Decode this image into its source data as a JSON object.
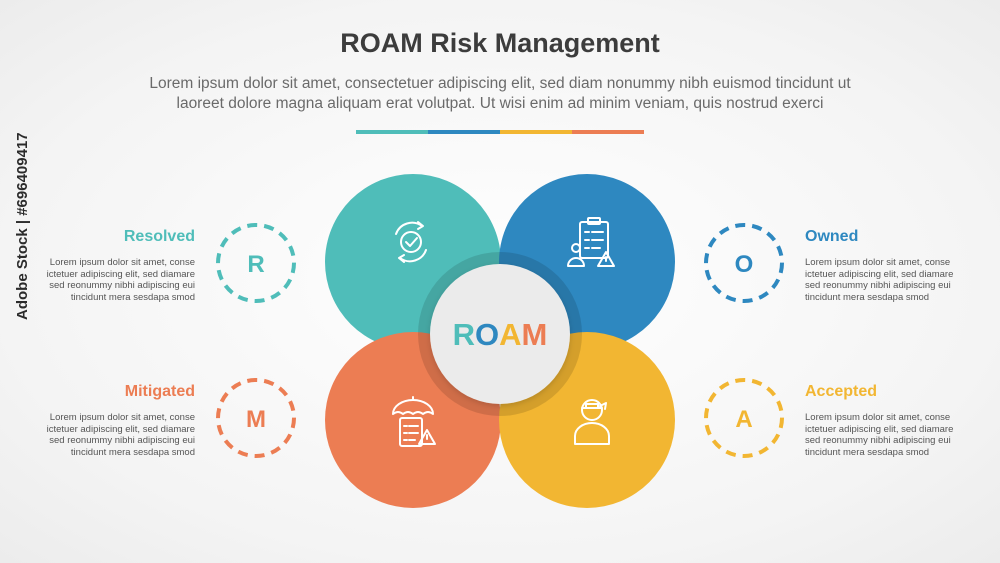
{
  "title": "ROAM Risk Management",
  "subtitle_line1": "Lorem ipsum dolor sit amet, consectetuer adipiscing elit, sed diam nonummy nibh euismod tincidunt ut",
  "subtitle_line2": "laoreet dolore magna aliquam erat volutpat. Ut wisi enim ad minim veniam, quis nostrud exerci",
  "accent_colors": [
    "#4fbdb9",
    "#2e88c0",
    "#f2b632",
    "#ec7d53"
  ],
  "center": {
    "letters": [
      "R",
      "O",
      "A",
      "M"
    ]
  },
  "items": {
    "resolved": {
      "label": "Resolved",
      "letter": "R",
      "color": "#4fbdb9",
      "icon": "refresh-check-icon",
      "desc": [
        "Lorem ipsum dolor sit amet, conse",
        "ictetuer adipiscing elit, sed diamare",
        "sed reonummy nibhi  adipiscing eui",
        "tincidunt mera sesdapa smod"
      ]
    },
    "owned": {
      "label": "Owned",
      "letter": "O",
      "color": "#2e88c0",
      "icon": "clipboard-person-warning-icon",
      "desc": [
        "Lorem ipsum dolor sit amet, conse",
        "ictetuer adipiscing elit, sed diamare",
        "sed reonummy nibhi  adipiscing eui",
        "tincidunt mera sesdapa smod"
      ]
    },
    "mitigated": {
      "label": "Mitigated",
      "letter": "M",
      "color": "#ec7d53",
      "icon": "umbrella-clipboard-warning-icon",
      "desc": [
        "Lorem ipsum dolor sit amet, conse",
        "ictetuer adipiscing elit, sed diamare",
        "sed reonummy nibhi  adipiscing eui",
        "tincidunt mera sesdapa smod"
      ]
    },
    "accepted": {
      "label": "Accepted",
      "letter": "A",
      "color": "#f2b632",
      "icon": "masked-person-icon",
      "desc": [
        "Lorem ipsum dolor sit amet, conse",
        "ictetuer adipiscing elit, sed diamare",
        "sed reonummy nibhi  adipiscing eui",
        "tincidunt mera sesdapa smod"
      ]
    }
  },
  "watermark": "Adobe Stock | #696409417"
}
